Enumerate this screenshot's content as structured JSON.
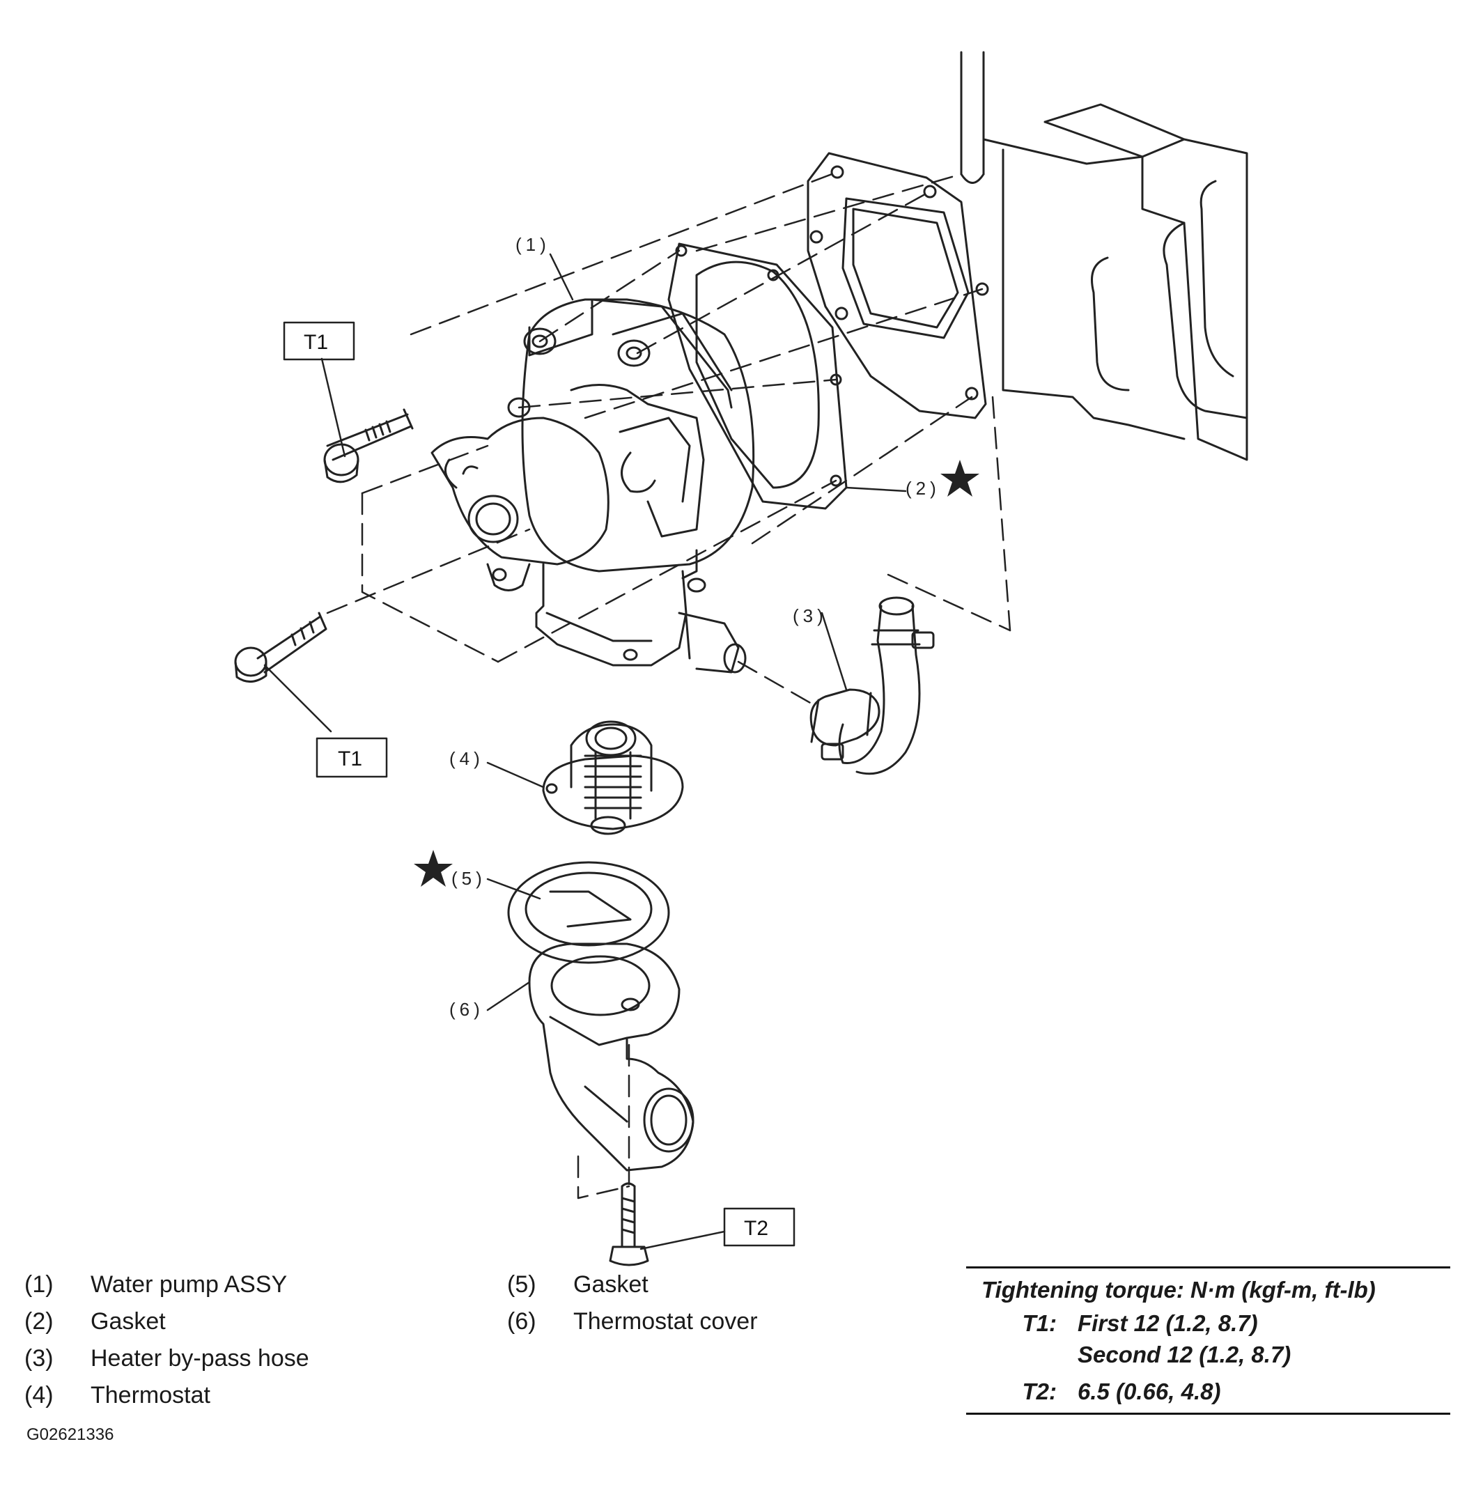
{
  "callouts": {
    "c1": "(1)",
    "c2": "(2)",
    "c3": "(3)",
    "c4": "(4)",
    "c5": "(5)",
    "c6": "(6)",
    "t1_upper": "T1",
    "t1_lower": "T1",
    "t2": "T2"
  },
  "legend": [
    {
      "num": "(1)",
      "text": "Water pump ASSY"
    },
    {
      "num": "(2)",
      "text": "Gasket"
    },
    {
      "num": "(3)",
      "text": "Heater by-pass hose"
    },
    {
      "num": "(4)",
      "text": "Thermostat"
    },
    {
      "num": "(5)",
      "text": "Gasket"
    },
    {
      "num": "(6)",
      "text": "Thermostat cover"
    }
  ],
  "torque": {
    "header": "Tightening torque: N·m (kgf-m, ft-lb)",
    "t1_key": "T1:",
    "t1_first": "First 12 (1.2, 8.7)",
    "t1_second": "Second 12 (1.2, 8.7)",
    "t2_key": "T2:",
    "t2_value": "6.5 (0.66, 4.8)"
  },
  "figure_id": "G02621336",
  "icons": {
    "replace_marker": "star-icon"
  }
}
